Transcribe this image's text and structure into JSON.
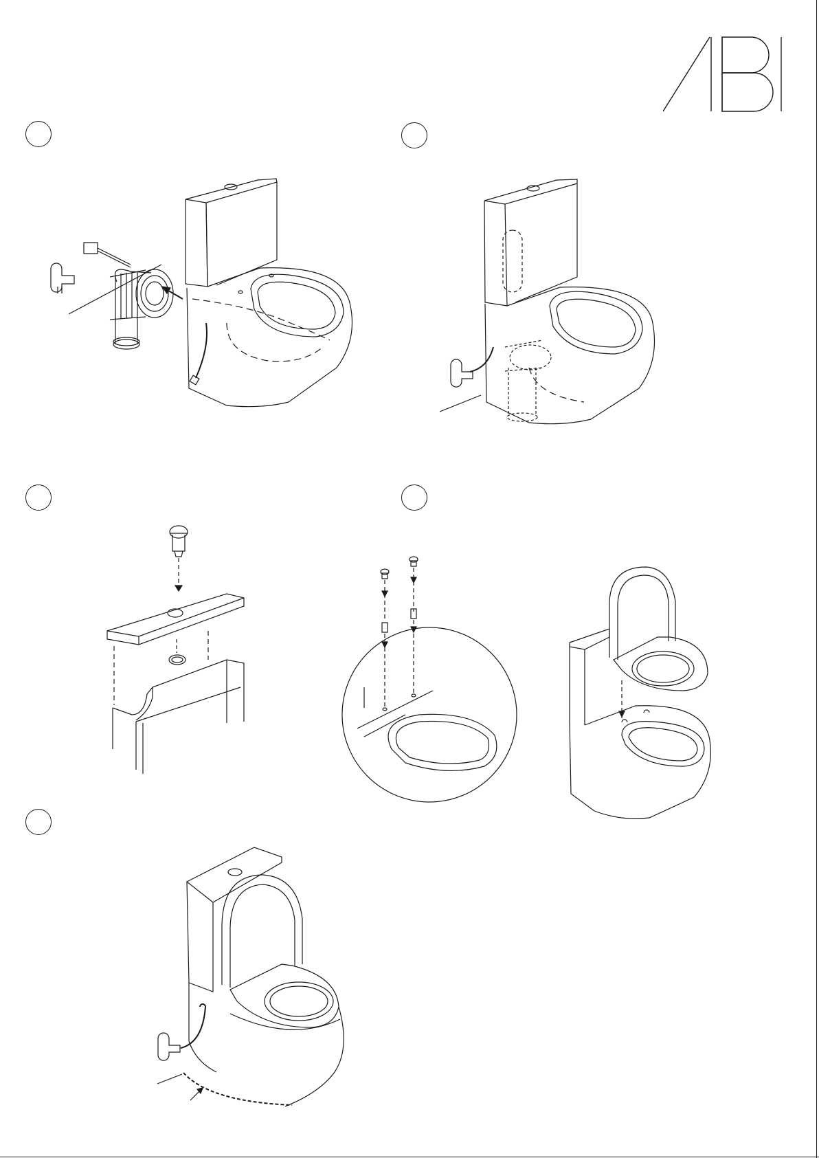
{
  "brand": {
    "logo_text": "ABI"
  },
  "steps": [
    {
      "id": "step-1",
      "number": ""
    },
    {
      "id": "step-2",
      "number": ""
    },
    {
      "id": "step-3",
      "number": ""
    },
    {
      "id": "step-4",
      "number": ""
    },
    {
      "id": "step-5",
      "number": ""
    }
  ]
}
